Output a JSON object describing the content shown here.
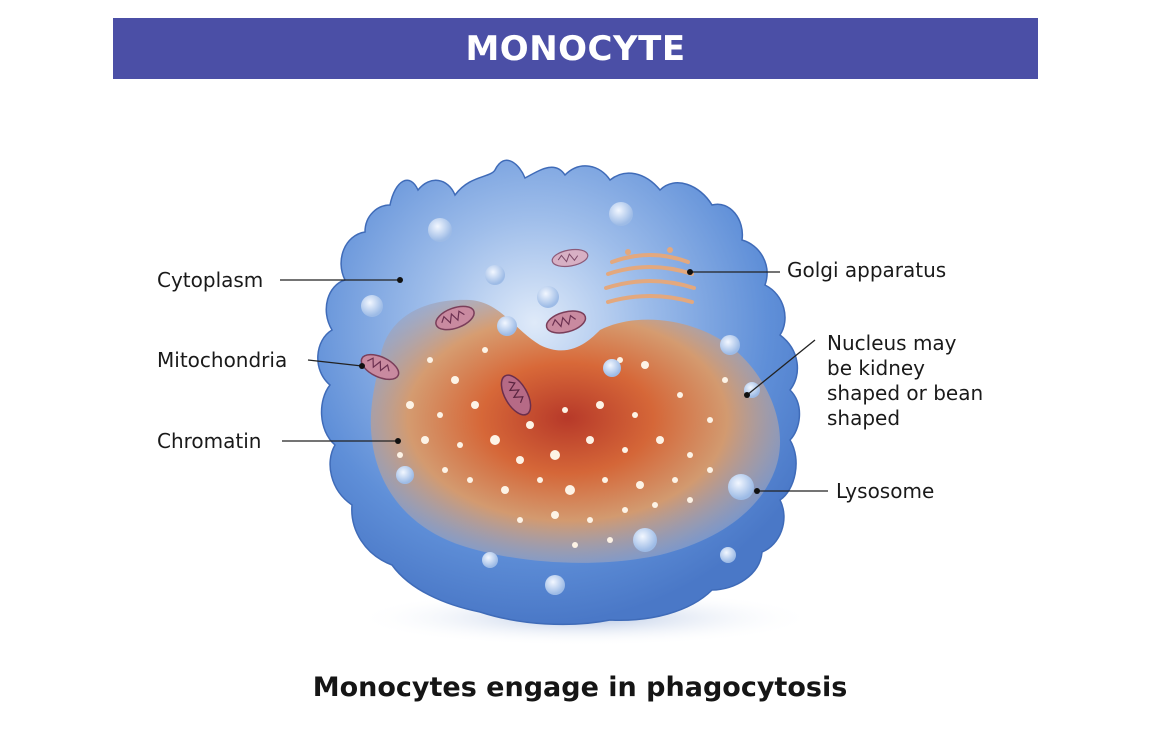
{
  "title": "MONOCYTE",
  "caption": "Monocytes engage in phagocytosis",
  "labels": {
    "cytoplasm": "Cytoplasm",
    "mitochondria": "Mitochondria",
    "chromatin": "Chromatin",
    "golgi": "Golgi apparatus",
    "nucleus": "Nucleus may be kidney shaped or bean shaped",
    "lysosome": "Lysosome"
  },
  "colors": {
    "title_bar": "#4b4fa6",
    "cell_blue": "#5b8fd6",
    "nucleus_red": "#c0392b",
    "nucleus_orange": "#e8893a"
  }
}
